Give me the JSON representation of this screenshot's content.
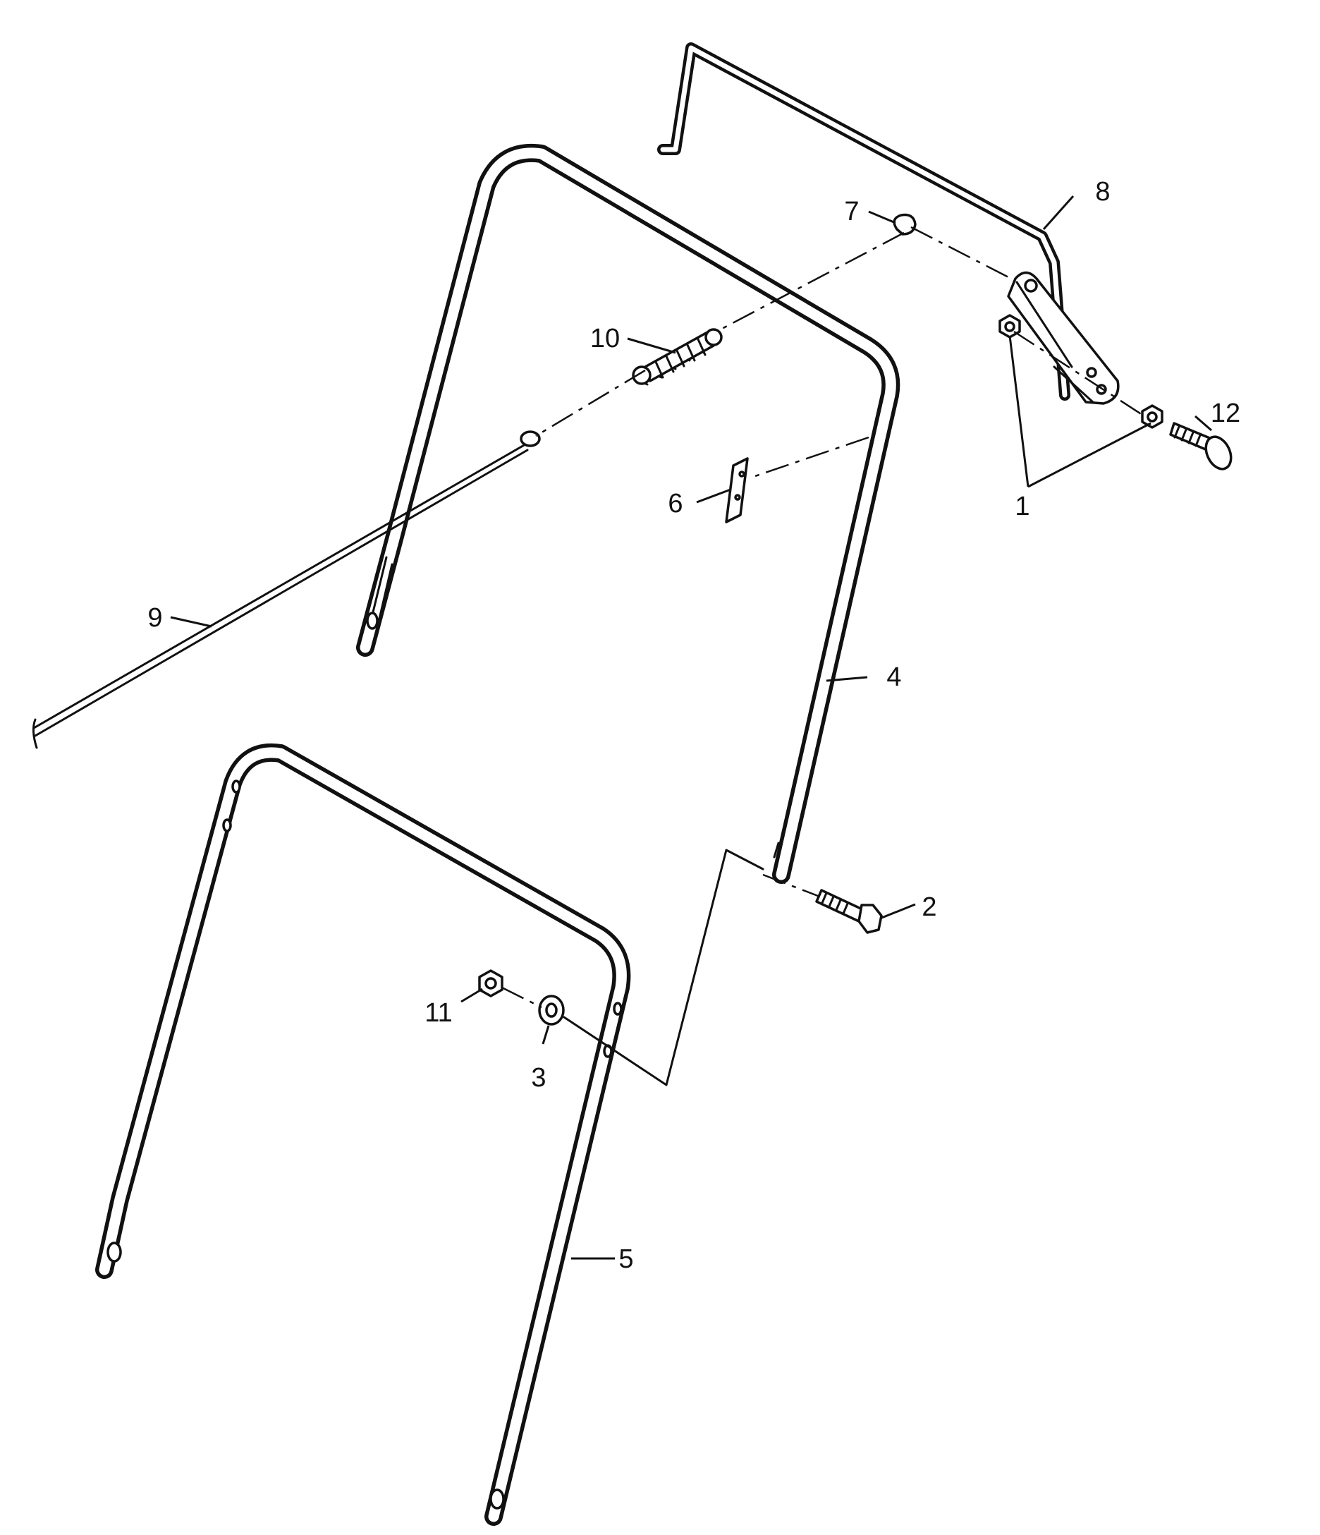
{
  "callouts": [
    {
      "id": "1",
      "label": "1"
    },
    {
      "id": "2",
      "label": "2"
    },
    {
      "id": "3",
      "label": "3"
    },
    {
      "id": "4",
      "label": "4"
    },
    {
      "id": "5",
      "label": "5"
    },
    {
      "id": "6",
      "label": "6"
    },
    {
      "id": "7",
      "label": "7"
    },
    {
      "id": "8",
      "label": "8"
    },
    {
      "id": "9",
      "label": "9"
    },
    {
      "id": "10",
      "label": "10"
    },
    {
      "id": "11",
      "label": "11"
    },
    {
      "id": "12",
      "label": "12"
    }
  ],
  "colors": {
    "line": "#111111",
    "background": "#ffffff"
  }
}
